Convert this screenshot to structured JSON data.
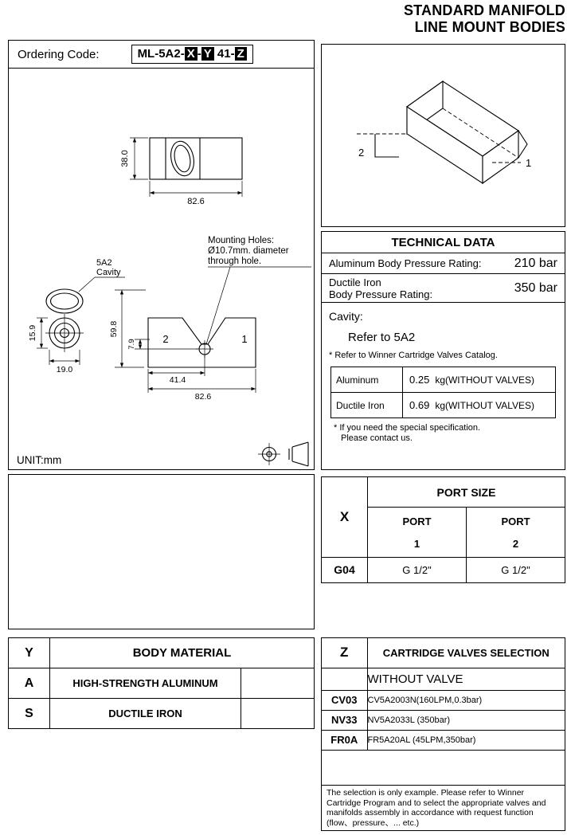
{
  "header": {
    "title_line1": "STANDARD MANIFOLD",
    "title_line2": "LINE MOUNT BODIES"
  },
  "ordering": {
    "label": "Ordering Code:",
    "prefix": "ML-5A2-",
    "x": "X",
    "sep1": "-",
    "y": "Y",
    "mid": " 41-",
    "z": "Z"
  },
  "drawing": {
    "unit_label": "UNIT:mm",
    "mounting_note": {
      "line1": "Mounting Holes:",
      "line2": "Ø10.7mm. diameter",
      "line3": "through hole."
    },
    "cavity_callout": {
      "line1": "5A2",
      "line2": "Cavity"
    },
    "top_view": {
      "height_dim": "38.0",
      "width_dim": "82.6"
    },
    "front_view": {
      "height_dim": "59.8",
      "hole_offset_dim": "7.9",
      "hole_x_dim": "41.4",
      "width_dim": "82.6",
      "port1_label": "1",
      "port2_label": "2"
    },
    "side_view": {
      "height_dim": "15.9",
      "width_dim": "19.0"
    }
  },
  "iso_view": {
    "port1_label": "1",
    "port2_label": "2"
  },
  "technical_data": {
    "title": "TECHNICAL DATA",
    "aluminum_rating_label": "Aluminum Body Pressure Rating:",
    "aluminum_rating_value": "210 bar",
    "ductile_rating_label_line1": "Ductile Iron",
    "ductile_rating_label_line2": "Body Pressure Rating:",
    "ductile_rating_value": "350 bar",
    "cavity_label": "Cavity:",
    "cavity_value": "Refer to 5A2",
    "cavity_note": "* Refer to Winner Cartridge Valves Catalog.",
    "weights": [
      {
        "material": "Aluminum",
        "value": "0.25",
        "unit": "kg(WITHOUT VALVES)"
      },
      {
        "material": "Ductile Iron",
        "value": "0.69",
        "unit": "kg(WITHOUT VALVES)"
      }
    ],
    "footnote_line1": "* If you need the special specification.",
    "footnote_line2": "Please contact us."
  },
  "port_size": {
    "code_header": "X",
    "title": "PORT SIZE",
    "port_label": "PORT",
    "port1_num": "1",
    "port2_num": "2",
    "row": {
      "code": "G04",
      "port1": "G 1/2\"",
      "port2": "G 1/2\""
    }
  },
  "body_material": {
    "code_header": "Y",
    "title": "BODY MATERIAL",
    "rows": [
      {
        "code": "A",
        "label": "HIGH-STRENGTH ALUMINUM"
      },
      {
        "code": "S",
        "label": "DUCTILE IRON"
      }
    ]
  },
  "cartridge": {
    "code_header": "Z",
    "title": "CARTRIDGE VALVES SELECTION",
    "no_valve_label": "WITHOUT VALVE",
    "rows": [
      {
        "code": "CV03",
        "label": "CV5A2003N(160LPM,0.3bar)"
      },
      {
        "code": "NV33",
        "label": "NV5A2033L (350bar)"
      },
      {
        "code": "FR0A",
        "label": "FR5A20AL (45LPM,350bar)"
      }
    ],
    "note": "The selection is only example. Please refer to Winner Cartridge Program and to select the appropriate valves and manifolds assembly in accordance with request function (flow、pressure、... etc.)"
  }
}
